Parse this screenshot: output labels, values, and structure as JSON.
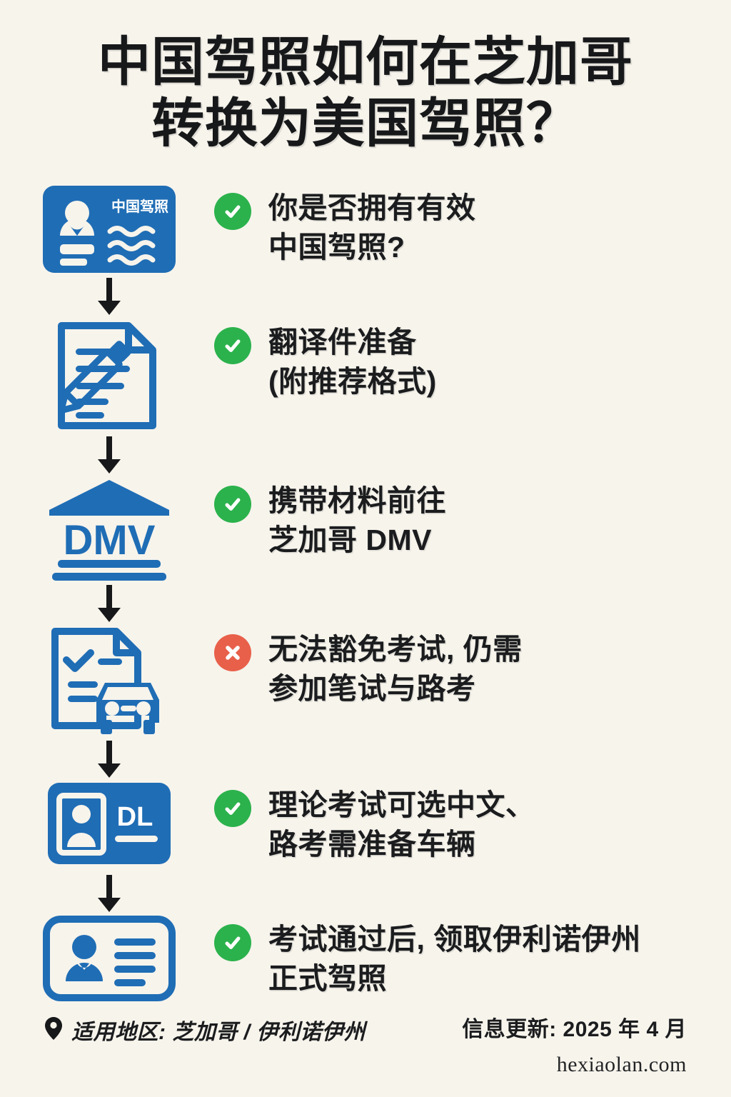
{
  "meta": {
    "background_color": "#f7f4ec",
    "accent_blue": "#1f6db5",
    "accent_green": "#2bb24c",
    "accent_red": "#e8604a",
    "text_color": "#1b1c1e"
  },
  "title": {
    "line1": "中国驾照如何在芝加哥",
    "line2": "转换为美国驾照？"
  },
  "steps": [
    {
      "id": "valid-chinese-license",
      "icon": "chinese-driver-license-card-icon",
      "icon_label": "中国驾照",
      "status": "ok",
      "status_symbol": "✓",
      "text": "你是否拥有有效\n中国驾照?"
    },
    {
      "id": "translation-prepared",
      "icon": "document-with-pencil-icon",
      "icon_label": "",
      "status": "ok",
      "status_symbol": "✓",
      "text": "翻译件准备\n(附推荐格式)"
    },
    {
      "id": "visit-dmv",
      "icon": "dmv-building-icon",
      "icon_label": "DMV",
      "status": "ok",
      "status_symbol": "✓",
      "text": "携带材料前往\n芝加哥 DMV"
    },
    {
      "id": "no-exam-waiver",
      "icon": "checklist-and-car-icon",
      "icon_label": "",
      "status": "no",
      "status_symbol": "✕",
      "text": "无法豁免考试, 仍需\n参加笔试与路考"
    },
    {
      "id": "chinese-theory-test",
      "icon": "dl-license-card-icon",
      "icon_label": "DL",
      "status": "ok",
      "status_symbol": "✓",
      "text": "理论考试可选中文、\n路考需准备车辆"
    },
    {
      "id": "receive-illinois-license",
      "icon": "id-card-outline-icon",
      "icon_label": "",
      "status": "ok",
      "status_symbol": "✓",
      "text": "考试通过后, 领取伊利诺伊州\n正式驾照"
    }
  ],
  "arrow": {
    "icon": "arrow-down-icon",
    "count": 5
  },
  "footer": {
    "location_icon": "map-pin-icon",
    "location_text": "适用地区: 芝加哥 / 伊利诺伊州",
    "update_text": "信息更新: 2025 年 4 月",
    "website": "hexiaolan.com"
  }
}
